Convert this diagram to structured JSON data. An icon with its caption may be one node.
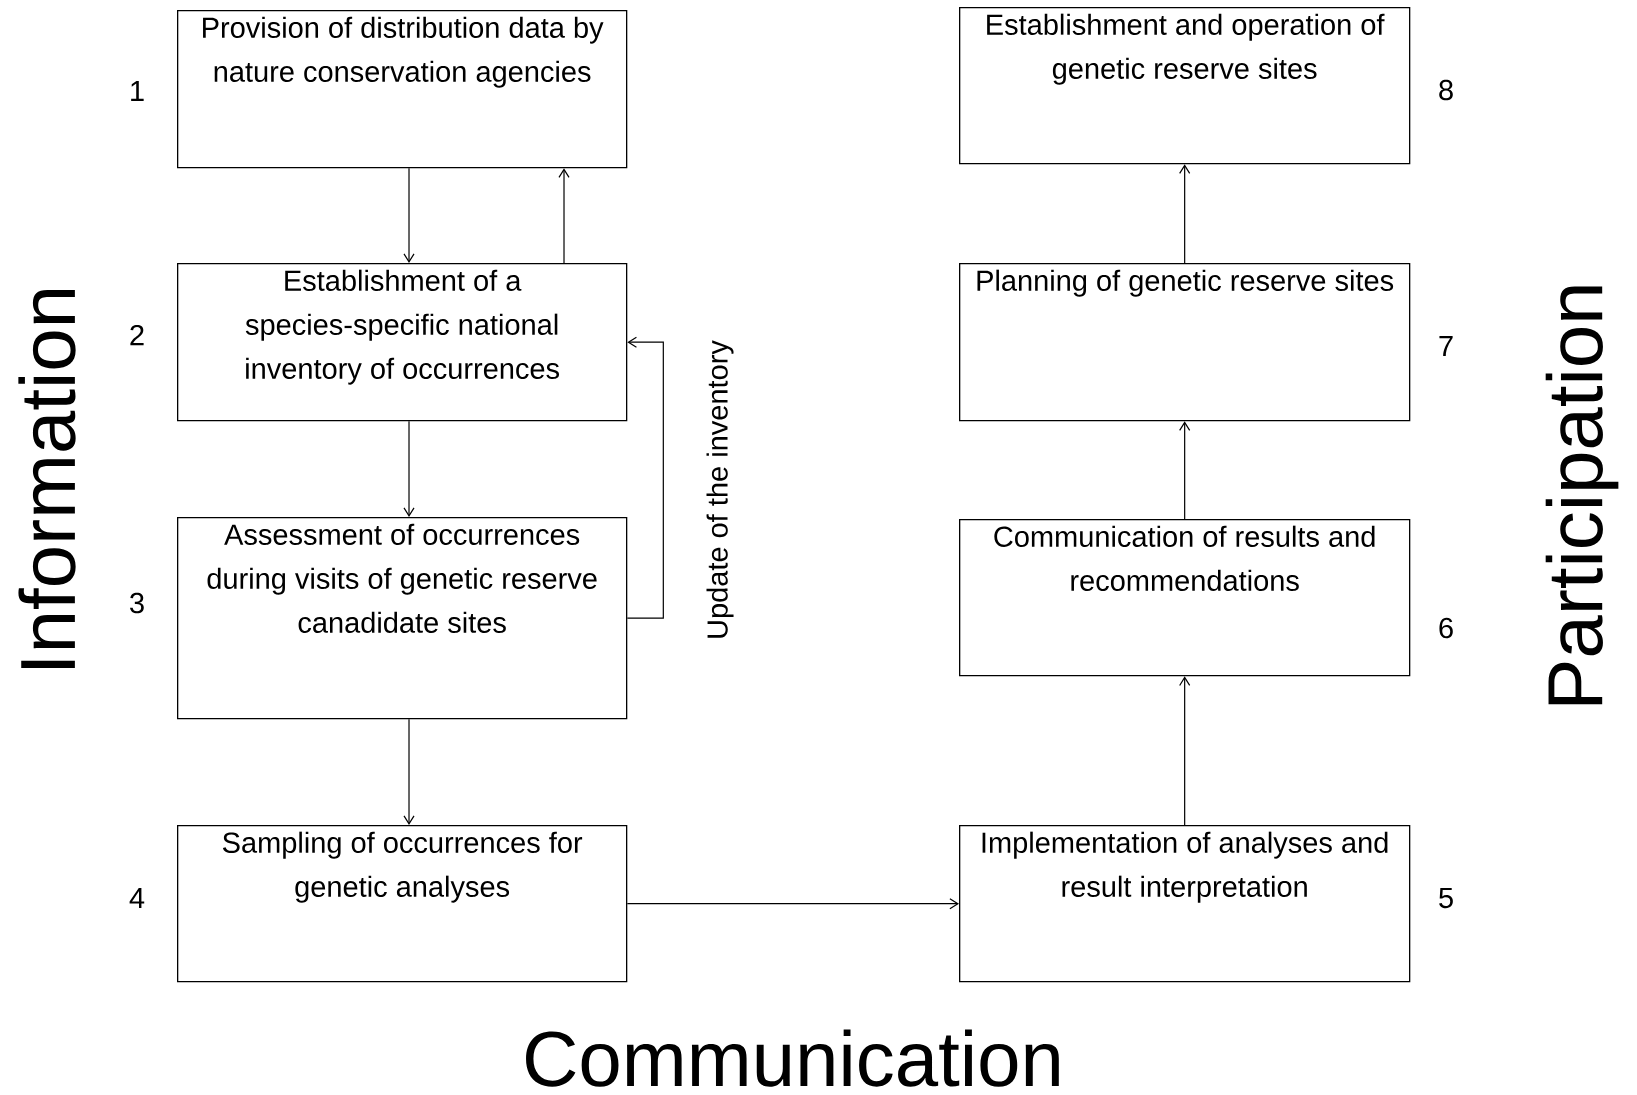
{
  "diagram": {
    "nodes": [
      {
        "text": [
          "Provision of distribution data by nature conservation agencies"
        ],
        "beside": [
          "1"
        ]
      },
      {
        "text": [
          "Establishment of a species-specific national inventory of occurrences"
        ],
        "beside": [
          "2"
        ]
      },
      {
        "text": [
          "Assessment of occurrences during visits of genetic reserve canadidate sites"
        ],
        "beside": [
          "3"
        ]
      },
      {
        "text": [
          "Sampling of occurrences for genetic analyses"
        ],
        "beside": [
          "4"
        ]
      },
      {
        "text": [
          "Implementation of analyses and result interpretation"
        ],
        "beside": [
          "5"
        ]
      },
      {
        "text": [
          "Communication of results and recommendations"
        ],
        "beside": [
          "6"
        ]
      },
      {
        "text": [
          "Planning of genetic reserve sites"
        ],
        "beside": [
          "7"
        ]
      },
      {
        "text": [
          "Establishment and operation of genetic reserve sites"
        ],
        "beside": [
          "8"
        ]
      }
    ],
    "edges": [
      {
        "from": 0,
        "to": 1,
        "arrow": "to"
      },
      {
        "from": 1,
        "to": 0,
        "arrow": "to"
      },
      {
        "from": 1,
        "to": 2,
        "arrow": "to"
      },
      {
        "from": 2,
        "to": 1,
        "arrow": "to",
        "label": "Update of the inventory"
      },
      {
        "from": 2,
        "to": 3,
        "arrow": "to"
      },
      {
        "from": 3,
        "to": 4,
        "arrow": "to"
      },
      {
        "from": 4,
        "to": 5,
        "arrow": "to"
      },
      {
        "from": 5,
        "to": 6,
        "arrow": "to"
      },
      {
        "from": 6,
        "to": 7,
        "arrow": "to"
      }
    ],
    "labels": [
      "Information",
      "Participation",
      "Communication"
    ]
  }
}
